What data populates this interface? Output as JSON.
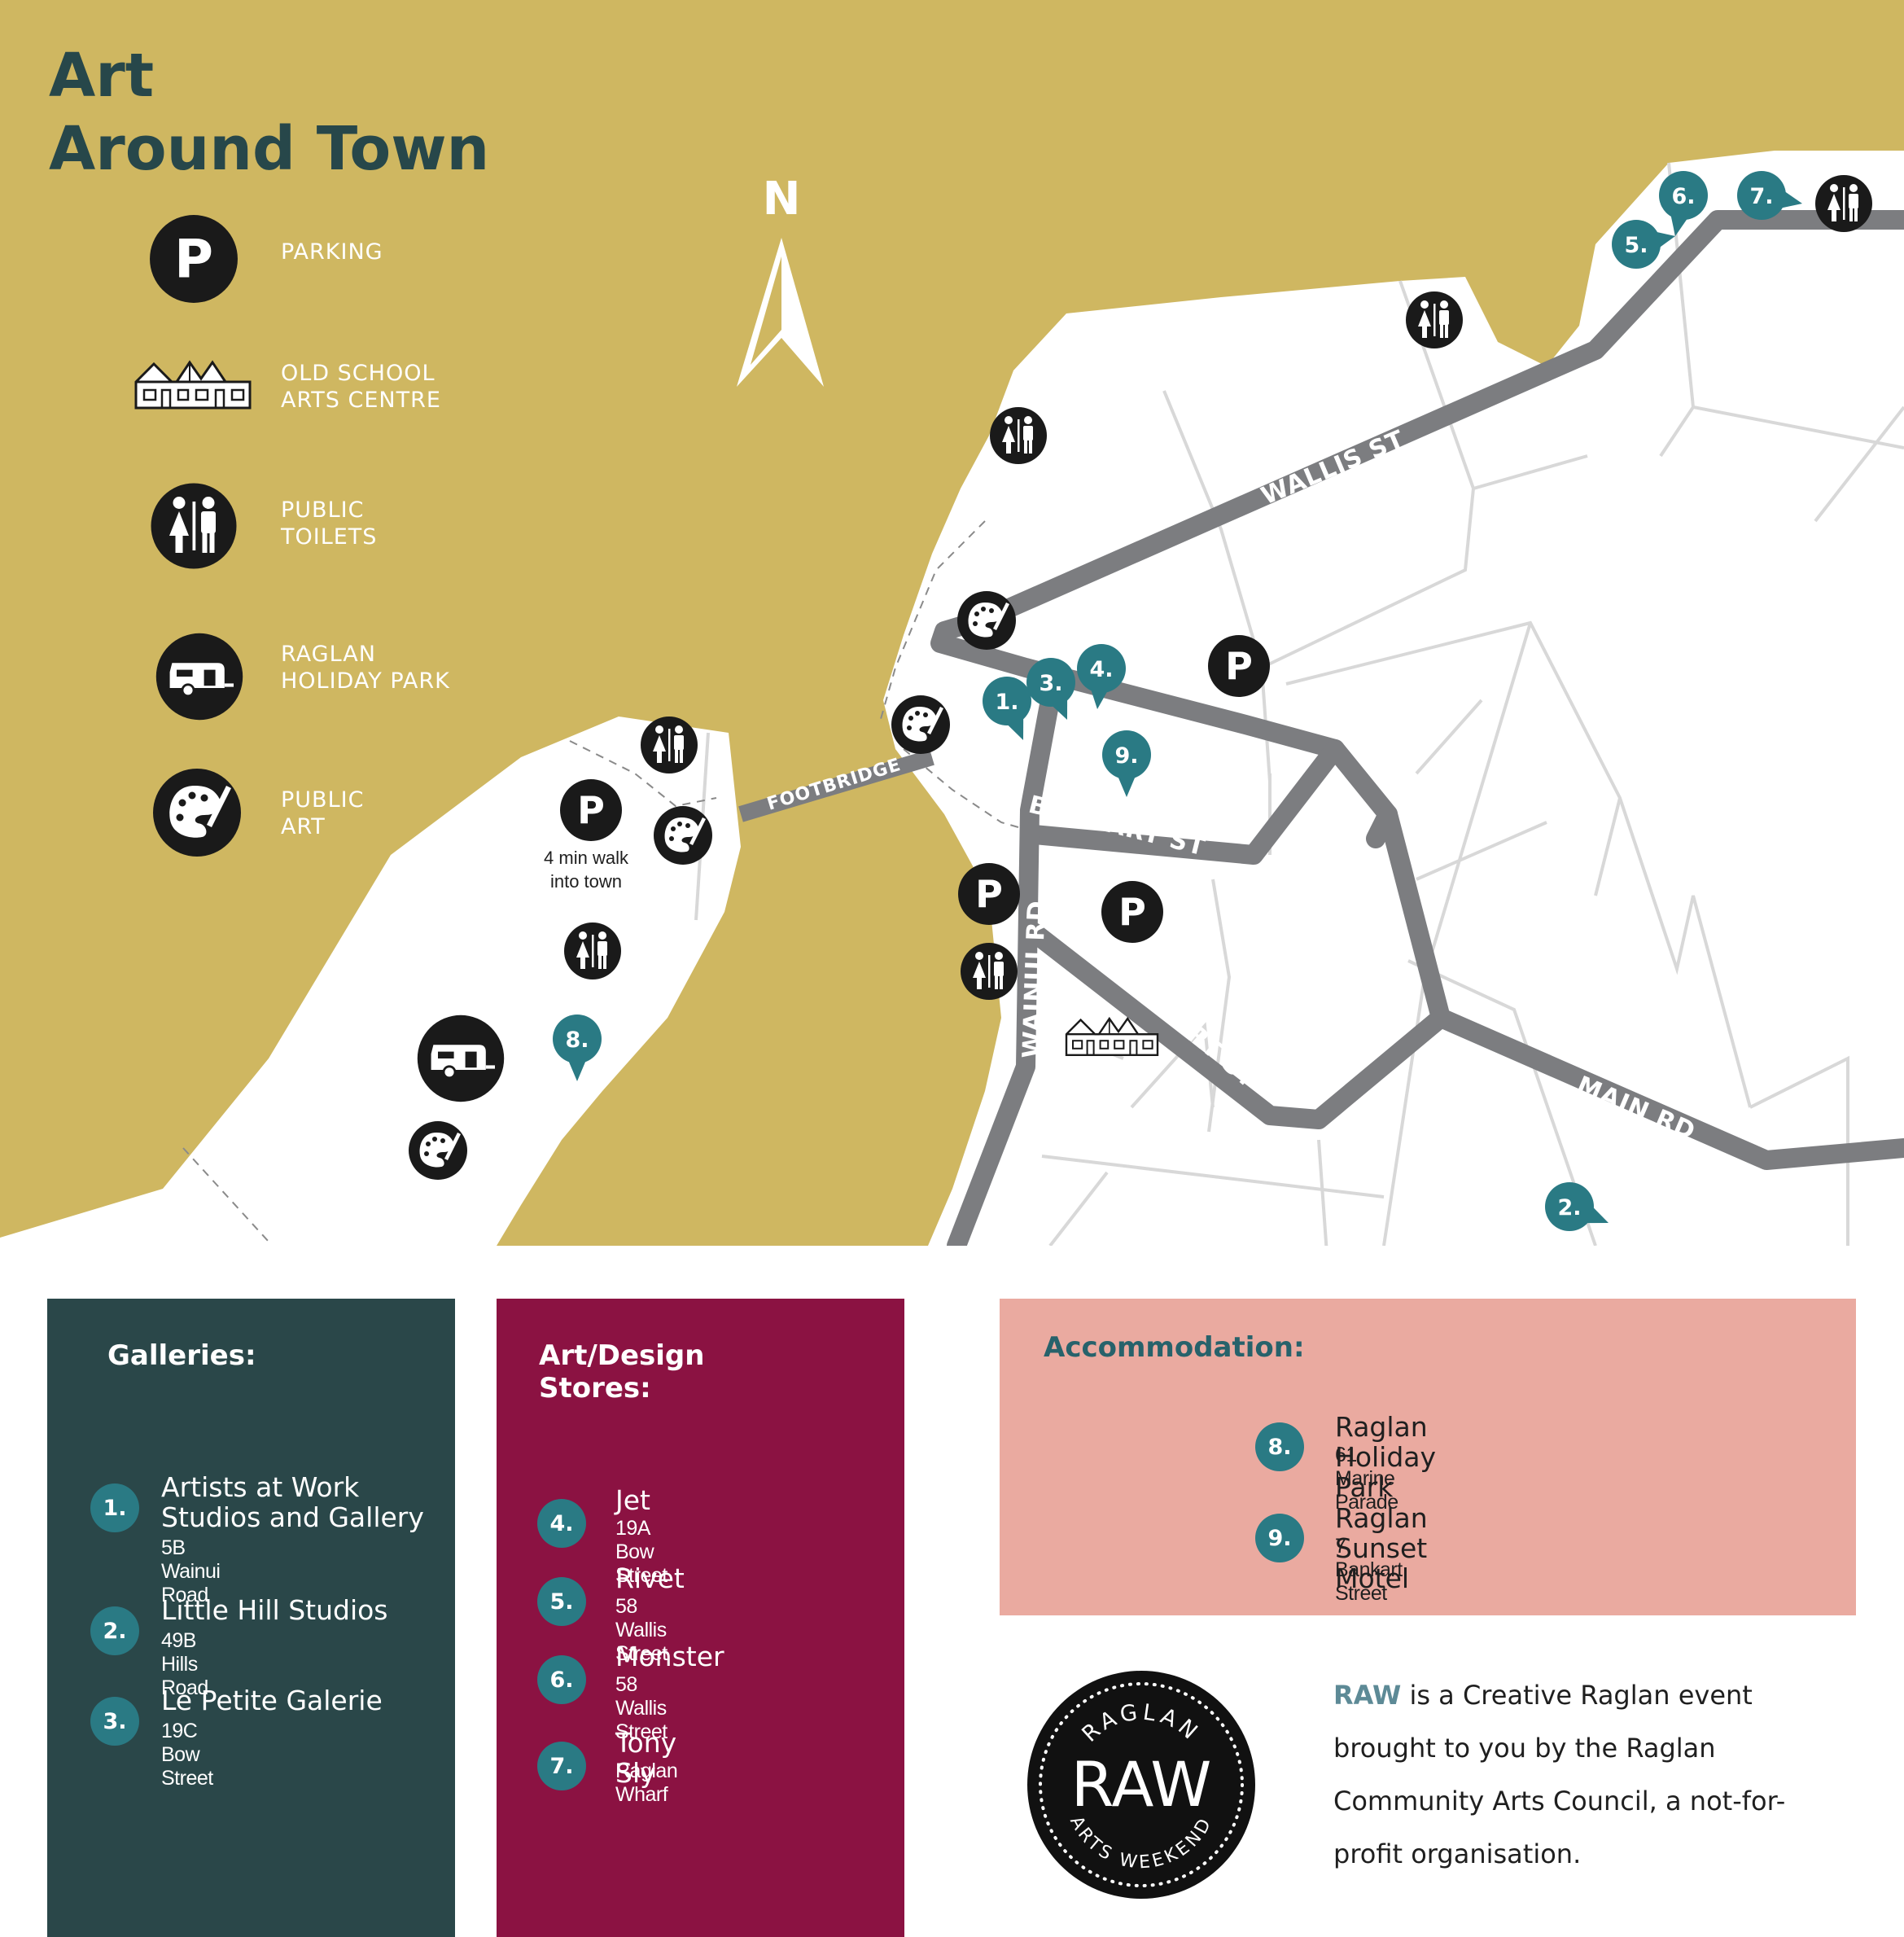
{
  "title": "Art\nAround Town",
  "compass": "N",
  "legend": {
    "parking": "PARKING",
    "school": "OLD SCHOOL\nARTS CENTRE",
    "toilets": "PUBLIC\nTOILETS",
    "holiday": "RAGLAN\nHOLIDAY PARK",
    "art": "PUBLIC\nART"
  },
  "icons": {
    "parking": "P",
    "parking_name": "parking-icon",
    "school_name": "old-school-icon",
    "toilets_name": "toilets-icon",
    "caravan_name": "caravan-icon",
    "art_name": "palette-icon"
  },
  "streets": {
    "wallis": "WALLIS ST",
    "footbridge": "FOOTBRIDGE",
    "bankart": "BANKART ST",
    "bow": "BOW ST",
    "wainui": "WAINUI RD",
    "stewart": "STEWART ST",
    "main": "MAIN RD"
  },
  "walk_note": [
    "4 min walk",
    "into town"
  ],
  "markers": [
    "1.",
    "2.",
    "3.",
    "4.",
    "5.",
    "6.",
    "7.",
    "8.",
    "9."
  ],
  "galleries": {
    "title": "Galleries:",
    "items": [
      {
        "num": "1.",
        "name": "Artists at Work\nStudios and Gallery",
        "addr": "5B Wainui Road"
      },
      {
        "num": "2.",
        "name": "Little Hill Studios",
        "addr": "49B Hills Road"
      },
      {
        "num": "3.",
        "name": "Le Petite Galerie",
        "addr": "19C Bow Street"
      }
    ]
  },
  "stores": {
    "title": "Art/Design\nStores:",
    "items": [
      {
        "num": "4.",
        "name": "Jet",
        "addr": "19A Bow Street"
      },
      {
        "num": "5.",
        "name": "Rivet",
        "addr": "58 Wallis Street"
      },
      {
        "num": "6.",
        "name": "Monster",
        "addr": "58 Wallis Street"
      },
      {
        "num": "7.",
        "name": "Tony Sly",
        "addr": "Raglan Wharf"
      }
    ]
  },
  "accommodation": {
    "title": "Accommodation:",
    "items": [
      {
        "num": "8.",
        "name": "Raglan Holiday Park",
        "addr": "61 Marine Parade"
      },
      {
        "num": "9.",
        "name": "Raglan Sunset Motel",
        "addr": "7 Bankart Street"
      }
    ]
  },
  "raw_logo": {
    "top": "RAGLAN",
    "main": "RAW",
    "bottom": "ARTS WEEKEND"
  },
  "raw_text": {
    "brand": "RAW",
    "rest": " is a Creative Raglan event brought to you by the Raglan Community Arts Council, a not-for-profit organisation."
  },
  "colors": {
    "water": "#cfb761",
    "land": "#ffffff",
    "road": "#7c7d80",
    "minor_road": "#d8d8d8",
    "teal": "#2a7a84",
    "dark_teal": "#27474a",
    "galleries_bg": "#2a4749",
    "stores_bg": "#8b1242",
    "accom_bg": "#eaaaa0",
    "icon_bg": "#1a1a1a"
  }
}
